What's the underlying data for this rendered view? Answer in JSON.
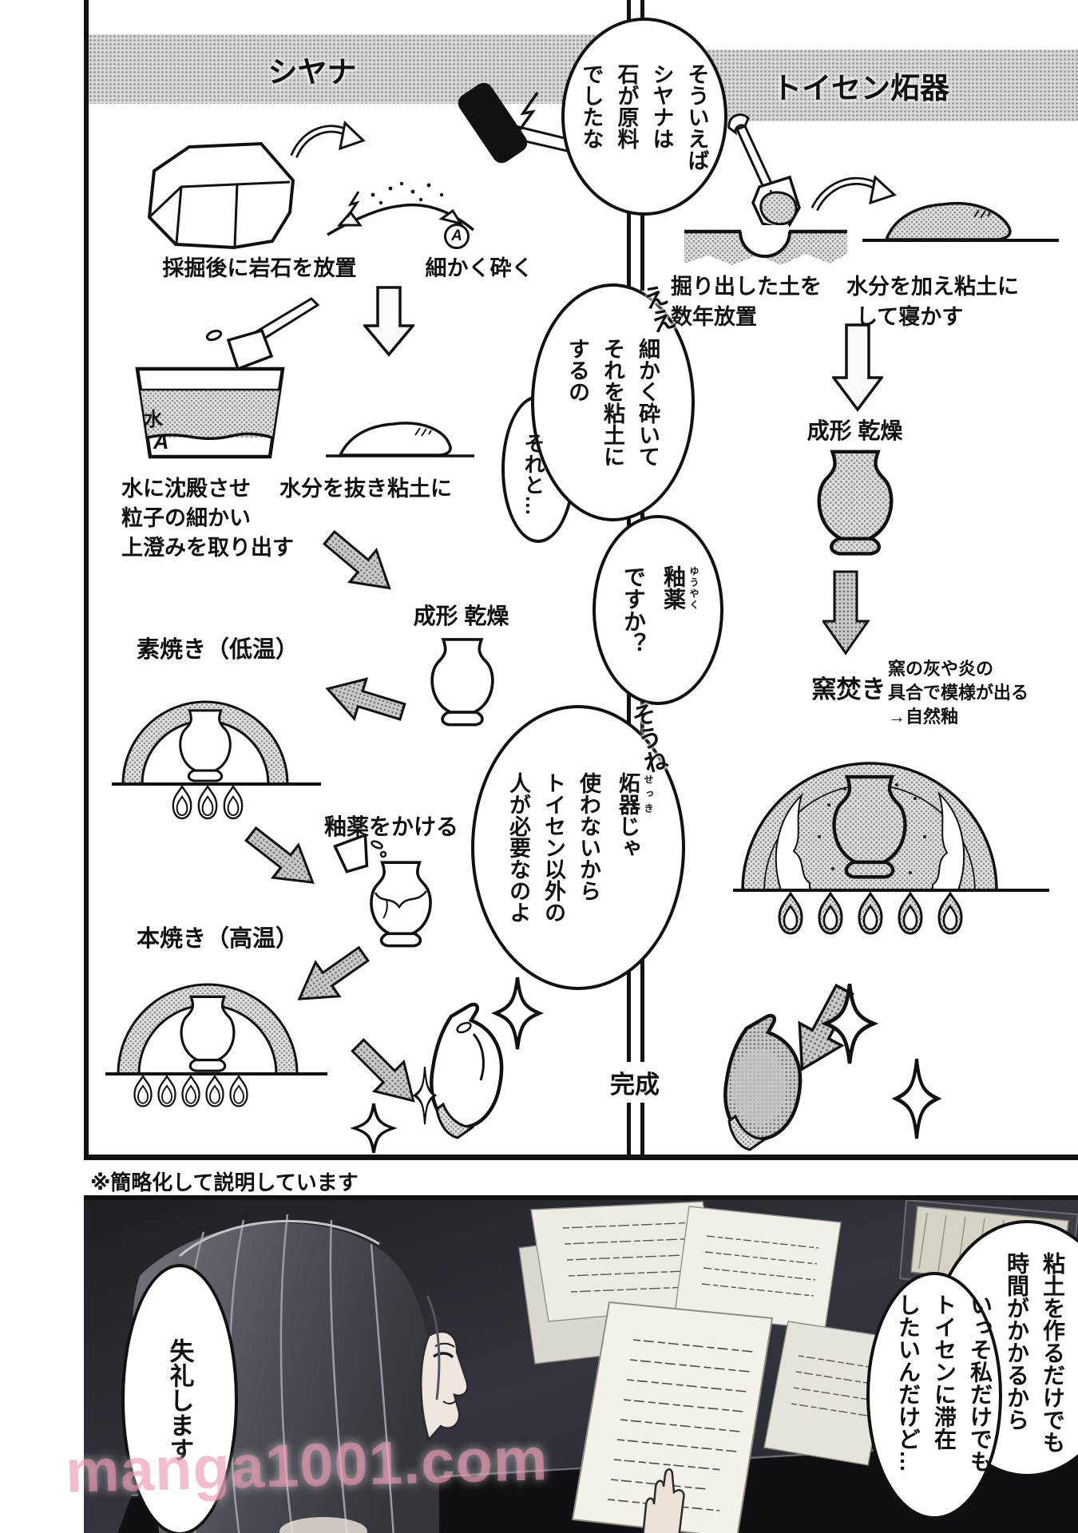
{
  "headers": {
    "left": "シヤナ",
    "right": "トイセン炻器"
  },
  "chain": {
    "b1": [
      "そういえば",
      "シヤナは",
      "石が原料",
      "でしたな"
    ],
    "b2_hand": "ええ",
    "b2": [
      "細かく砕いて",
      "それを粘土に",
      "するの"
    ],
    "b2_tail": "それと…",
    "b3_word": "釉薬",
    "b3_furi": "ゆうやく",
    "b3_rest": "ですか？",
    "b4_hand": "そうね",
    "b4_word": "炻器",
    "b4_furi": "せっき",
    "b4_suffix": "じゃ",
    "b4": [
      "使わないから",
      "トイセン以外の",
      "人が必要なのよ"
    ],
    "done": "完成"
  },
  "left_col": {
    "step1": "採掘後に岩石を放置",
    "step2": "細かく砕く",
    "marker_a": "A",
    "water": "水",
    "layer_a": "A",
    "step3a": "水に沈殿させ",
    "step3b": "粒子の細かい",
    "step3c": "上澄みを取り出す",
    "step4": "水分を抜き粘土に",
    "step5": "成形 乾燥",
    "step6": "素焼き（低温）",
    "step7": "釉薬をかける",
    "step8": "本焼き（高温）"
  },
  "right_col": {
    "step1a": "掘り出した土を",
    "step1b": "数年放置",
    "step2a": "水分を加え粘土に",
    "step2b": "して寝かす",
    "step3": "成形 乾燥",
    "step4": "窯焚き",
    "note1": "窯の灰や炎の",
    "note2": "具合で模様が出る",
    "note3": "→自然釉"
  },
  "footnote": "※簡略化して説明しています",
  "bottom": {
    "left_bubble": "失礼します",
    "right_main": [
      "粘土を作るだけでも",
      "時間がかかるから"
    ],
    "right_tail": [
      "いっそ私だけでも",
      "トイセンに滞在",
      "したいんだけど…"
    ]
  },
  "watermark": "manga1001.com",
  "colors": {
    "ink": "#111111",
    "paper": "#ffffff",
    "halftone": "#9a9a9a",
    "watermark_pink": "#ee94b0",
    "panel_dark": "#2b2b31"
  }
}
